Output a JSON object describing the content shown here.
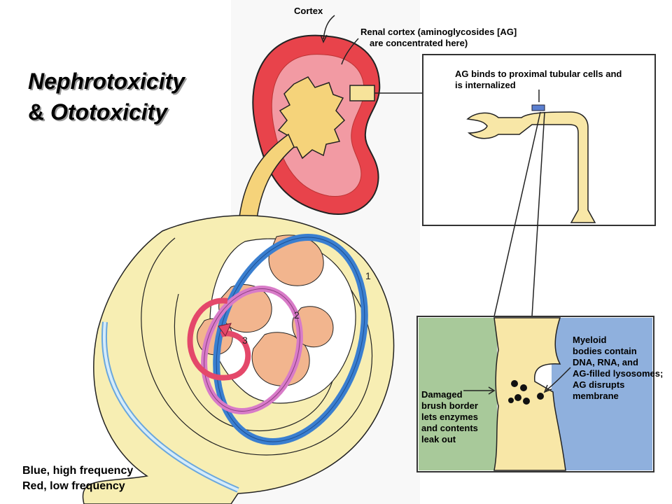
{
  "title": {
    "line1": "Nephrotoxicity",
    "line2_prefix": "& ",
    "line2_em": "Ototoxicity"
  },
  "kidney": {
    "cortex_label": "Cortex",
    "renal_cortex_line1": "Renal cortex (aminoglycosides [AG]",
    "renal_cortex_line2": "are concentrated here)"
  },
  "tubule": {
    "label_line1": "AG binds to proximal tubular cells and",
    "label_line2": "is internalized"
  },
  "cell": {
    "myeloid_line1": "Myeloid",
    "myeloid_line2": "bodies contain",
    "myeloid_line3": "DNA, RNA, and",
    "myeloid_line4": "AG-filled lysosomes;",
    "myeloid_line5": "AG disrupts",
    "myeloid_line6": "membrane",
    "damaged_line1": "Damaged",
    "damaged_line2": "brush border",
    "damaged_line3": "lets enzymes",
    "damaged_line4": "and contents",
    "damaged_line5": "leak out"
  },
  "cochlea": {
    "turn1": "1",
    "turn2": "2",
    "turn3": "3"
  },
  "legend": {
    "blue": "Blue, high frequency",
    "red": "Red, low frequency"
  },
  "colors": {
    "kidney_outer": "#e8434b",
    "kidney_inner": "#f29aa3",
    "pelvis": "#f5d37a",
    "cream": "#f7eeb3",
    "tubule_fill": "#f8e7a7",
    "cell_green": "#a8c99a",
    "cell_blue": "#8fb0dd",
    "blue_ring": "#3a7fd0",
    "pink_ring": "#d87bc8",
    "red_ring": "#e4486a",
    "peach": "#f2b58e"
  }
}
